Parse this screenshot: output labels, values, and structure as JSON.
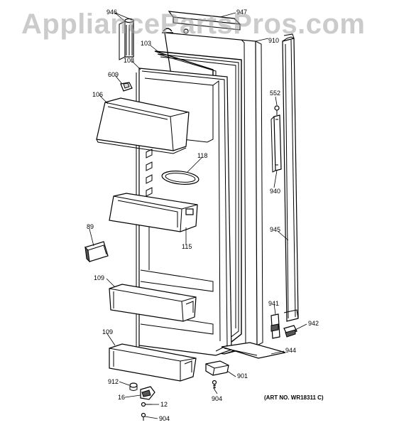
{
  "watermark": "AppliancePartsPros.com",
  "art_number": "(ART NO. WR18311 C)",
  "callouts": {
    "c946": "946",
    "c947": "947",
    "c910": "910",
    "c103": "103",
    "c108": "108",
    "c609": "609",
    "c106": "106",
    "c552": "552",
    "c118": "118",
    "c940": "940",
    "c945": "945",
    "c89": "89",
    "c115": "115",
    "c109a": "109",
    "c941": "941",
    "c942": "942",
    "c109b": "109",
    "c944": "944",
    "c901": "901",
    "c912": "912",
    "c904a": "904",
    "c16": "16",
    "c12": "12",
    "c904b": "904"
  }
}
